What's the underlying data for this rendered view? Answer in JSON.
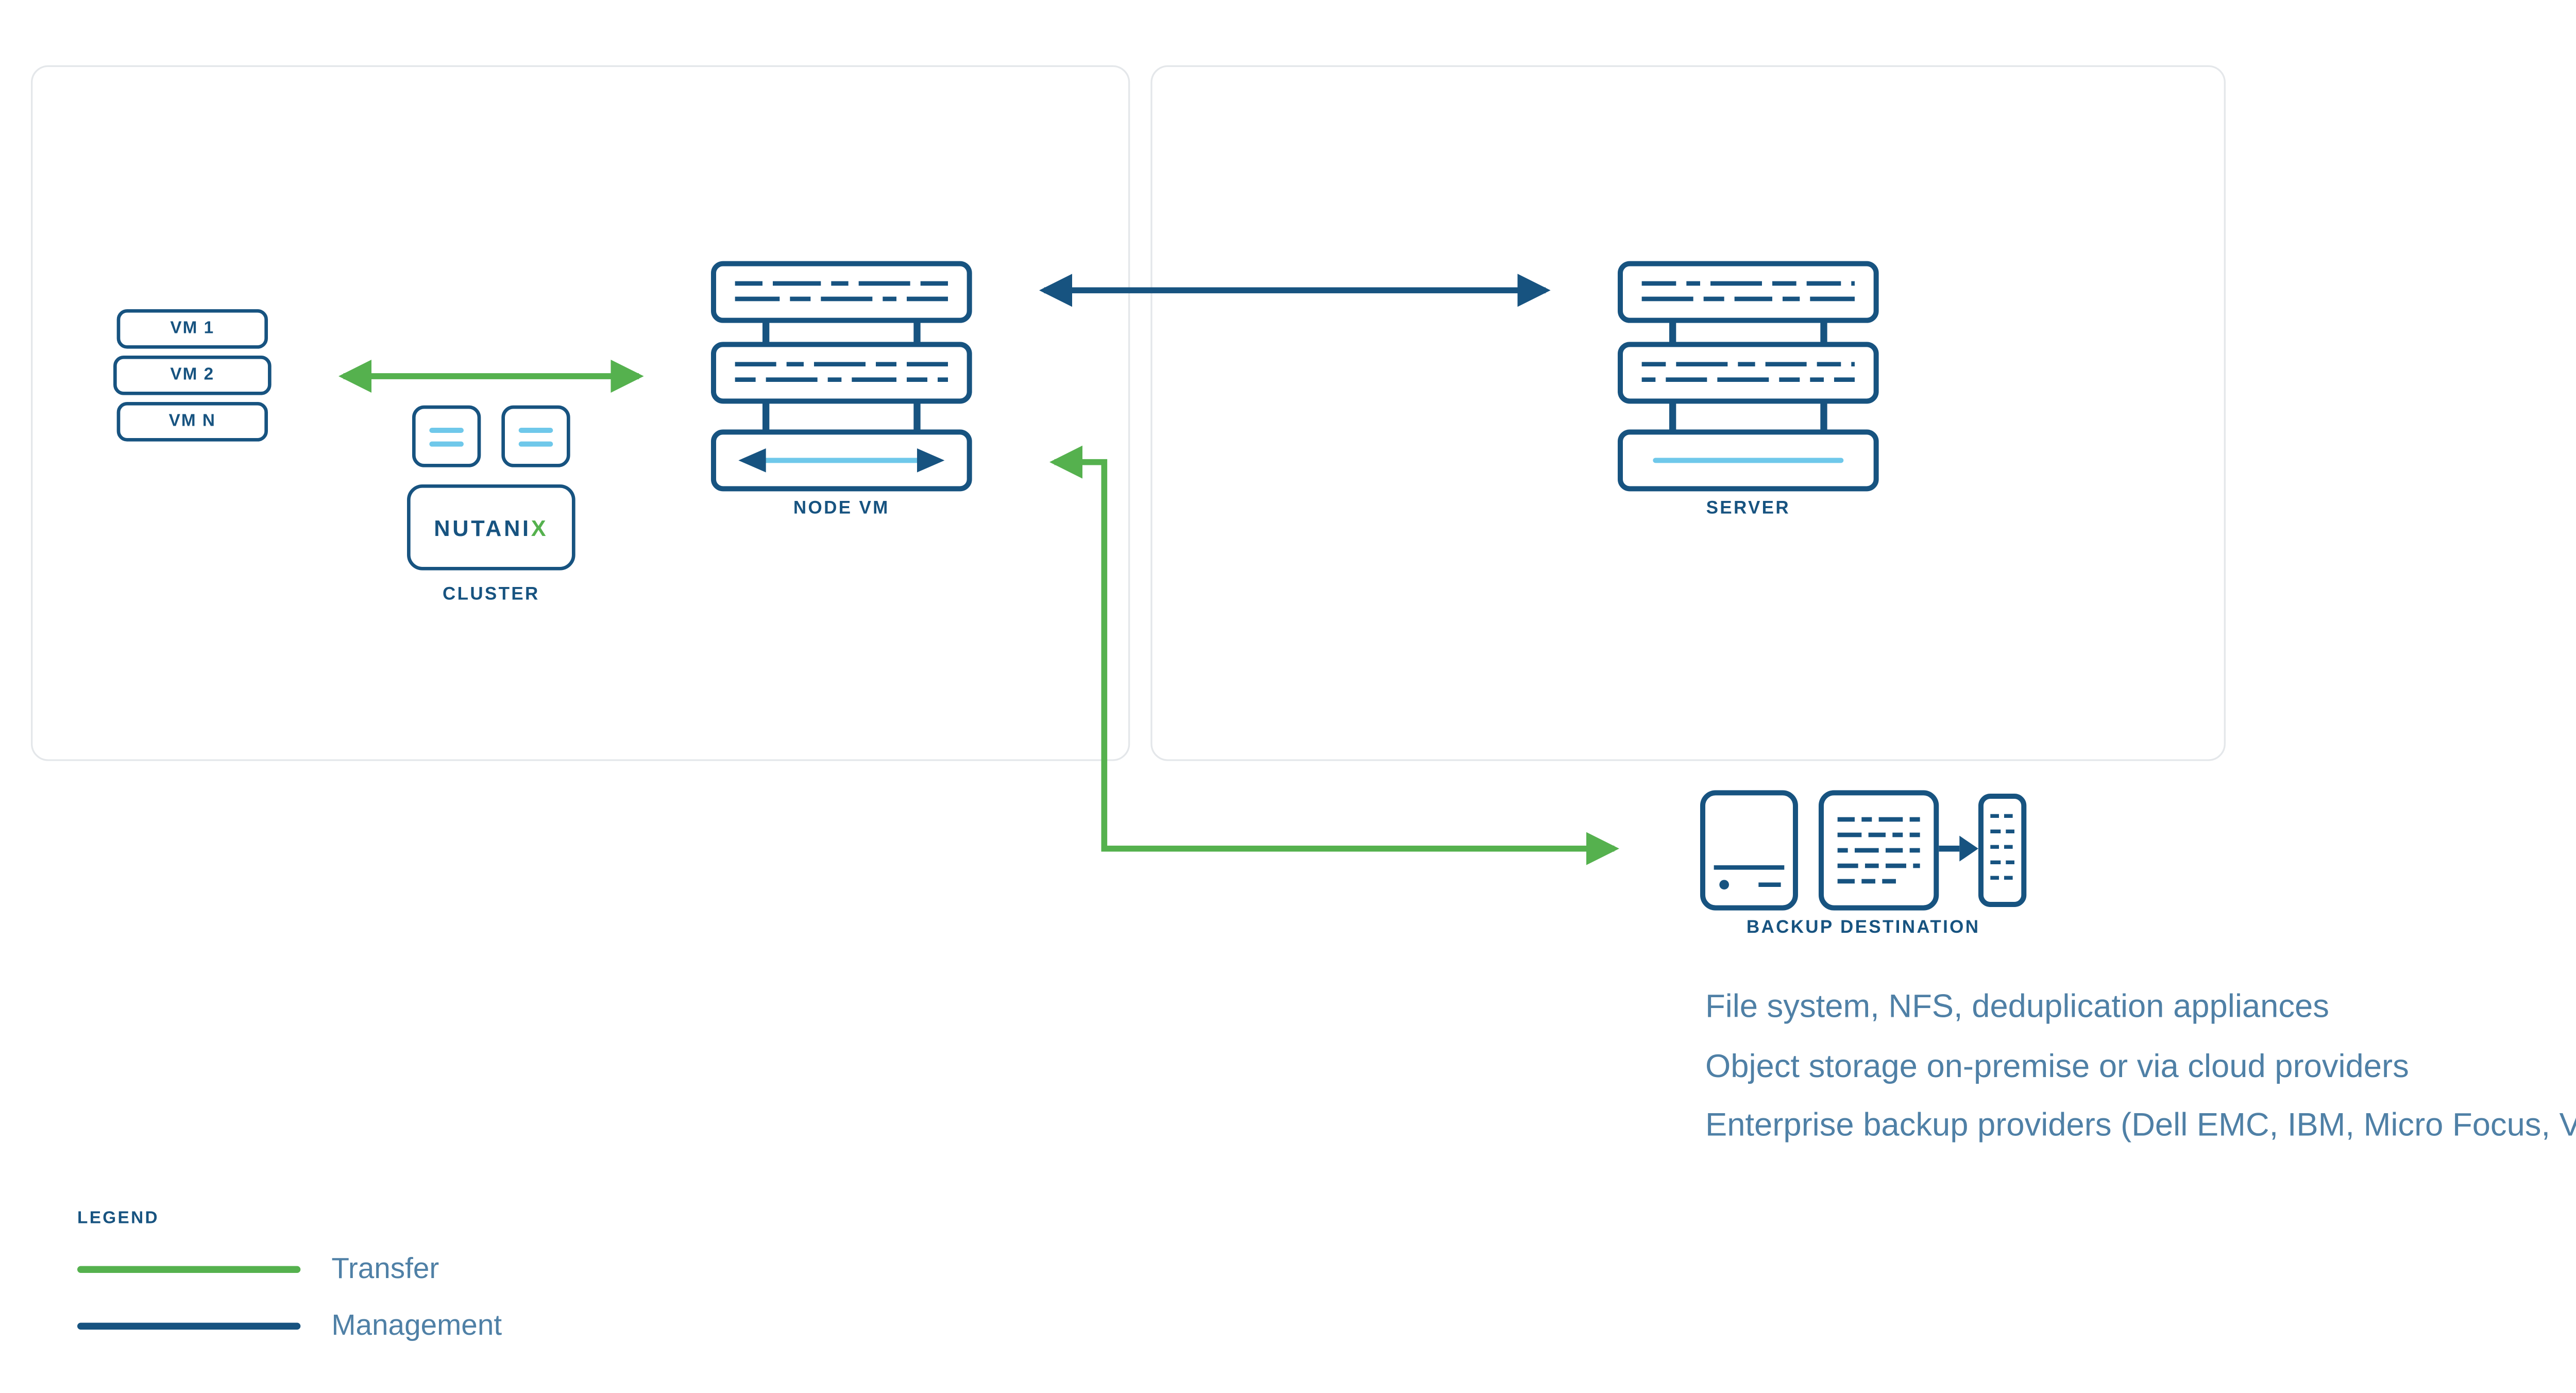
{
  "diagram": {
    "left_panel": {
      "vms": [
        "VM 1",
        "VM 2",
        "VM N"
      ],
      "cluster": {
        "brand_prefix": "NUTANI",
        "brand_x": "X",
        "label": "CLUSTER"
      },
      "node_vm_label": "NODE VM"
    },
    "right_panel": {
      "server_label": "SERVER"
    },
    "backup": {
      "label": "BACKUP DESTINATION",
      "notes": [
        "File system, NFS, deduplication appliances",
        "Object storage on-premise or via cloud providers",
        "Enterprise backup providers (Dell EMC, IBM, Micro Focus, Veritas)"
      ]
    },
    "legend": {
      "title": "LEGEND",
      "items": [
        {
          "label": "Transfer",
          "color": "#55b14e"
        },
        {
          "label": "Management",
          "color": "#175380"
        }
      ]
    },
    "icons": [
      "cluster-icon",
      "node-vm-server-icon",
      "server-icon",
      "storage-appliance-icon",
      "dedup-list-icon",
      "tape-column-icon",
      "transfer-arrow",
      "management-arrow",
      "backup-transfer-arrow"
    ],
    "colors": {
      "navy": "#175380",
      "green": "#55b14e",
      "cyan": "#6fc8ea",
      "note_text": "#4f80a6",
      "panel_border": "#e4e7ea"
    }
  }
}
